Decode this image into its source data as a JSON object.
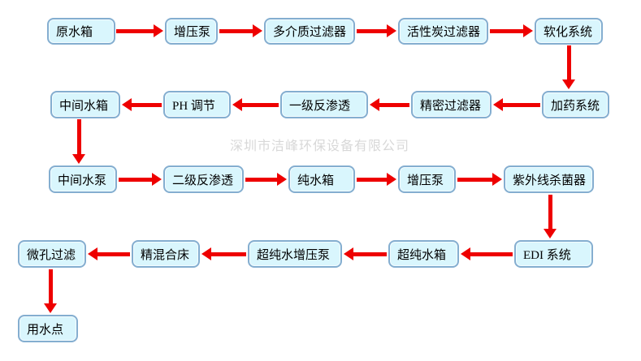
{
  "watermark": {
    "text": "深圳市洁峰环保设备有限公司"
  },
  "colors": {
    "box_fill": "#d9f6fd",
    "box_border": "#84aed0",
    "arrow": "#ee0000",
    "watermark": "#d8d8d8",
    "text": "#000000"
  },
  "nodes": [
    {
      "id": "raw-water-tank",
      "label": "原水箱"
    },
    {
      "id": "booster-pump-1",
      "label": "增压泵"
    },
    {
      "id": "multi-media-filter",
      "label": "多介质过滤器"
    },
    {
      "id": "activated-carbon-filter",
      "label": "活性炭过滤器"
    },
    {
      "id": "softening-system",
      "label": "软化系统"
    },
    {
      "id": "dosing-system",
      "label": "加药系统"
    },
    {
      "id": "precision-filter",
      "label": "精密过滤器"
    },
    {
      "id": "ro-stage-1",
      "label": "一级反渗透"
    },
    {
      "id": "ph-adjustment",
      "label": "PH 调节"
    },
    {
      "id": "intermediate-water-tank",
      "label": "中间水箱"
    },
    {
      "id": "intermediate-water-pump",
      "label": "中间水泵"
    },
    {
      "id": "ro-stage-2",
      "label": "二级反渗透"
    },
    {
      "id": "pure-water-tank",
      "label": "纯水箱"
    },
    {
      "id": "booster-pump-2",
      "label": "增压泵"
    },
    {
      "id": "uv-sterilizer",
      "label": "紫外线杀菌器"
    },
    {
      "id": "edi-system",
      "label": "EDI 系统"
    },
    {
      "id": "ultrapure-water-tank",
      "label": "超纯水箱"
    },
    {
      "id": "ultrapure-booster-pump",
      "label": "超纯水增压泵"
    },
    {
      "id": "mixed-bed",
      "label": "精混合床"
    },
    {
      "id": "micro-filtration",
      "label": "微孔过滤"
    },
    {
      "id": "water-use-point",
      "label": "用水点"
    }
  ],
  "edges": [
    {
      "from": "raw-water-tank",
      "to": "booster-pump-1"
    },
    {
      "from": "booster-pump-1",
      "to": "multi-media-filter"
    },
    {
      "from": "multi-media-filter",
      "to": "activated-carbon-filter"
    },
    {
      "from": "activated-carbon-filter",
      "to": "softening-system"
    },
    {
      "from": "softening-system",
      "to": "dosing-system"
    },
    {
      "from": "dosing-system",
      "to": "precision-filter"
    },
    {
      "from": "precision-filter",
      "to": "ro-stage-1"
    },
    {
      "from": "ro-stage-1",
      "to": "ph-adjustment"
    },
    {
      "from": "ph-adjustment",
      "to": "intermediate-water-tank"
    },
    {
      "from": "intermediate-water-tank",
      "to": "intermediate-water-pump"
    },
    {
      "from": "intermediate-water-pump",
      "to": "ro-stage-2"
    },
    {
      "from": "ro-stage-2",
      "to": "pure-water-tank"
    },
    {
      "from": "pure-water-tank",
      "to": "booster-pump-2"
    },
    {
      "from": "booster-pump-2",
      "to": "uv-sterilizer"
    },
    {
      "from": "uv-sterilizer",
      "to": "edi-system"
    },
    {
      "from": "edi-system",
      "to": "ultrapure-water-tank"
    },
    {
      "from": "ultrapure-water-tank",
      "to": "ultrapure-booster-pump"
    },
    {
      "from": "ultrapure-booster-pump",
      "to": "mixed-bed"
    },
    {
      "from": "mixed-bed",
      "to": "micro-filtration"
    },
    {
      "from": "micro-filtration",
      "to": "water-use-point"
    }
  ]
}
